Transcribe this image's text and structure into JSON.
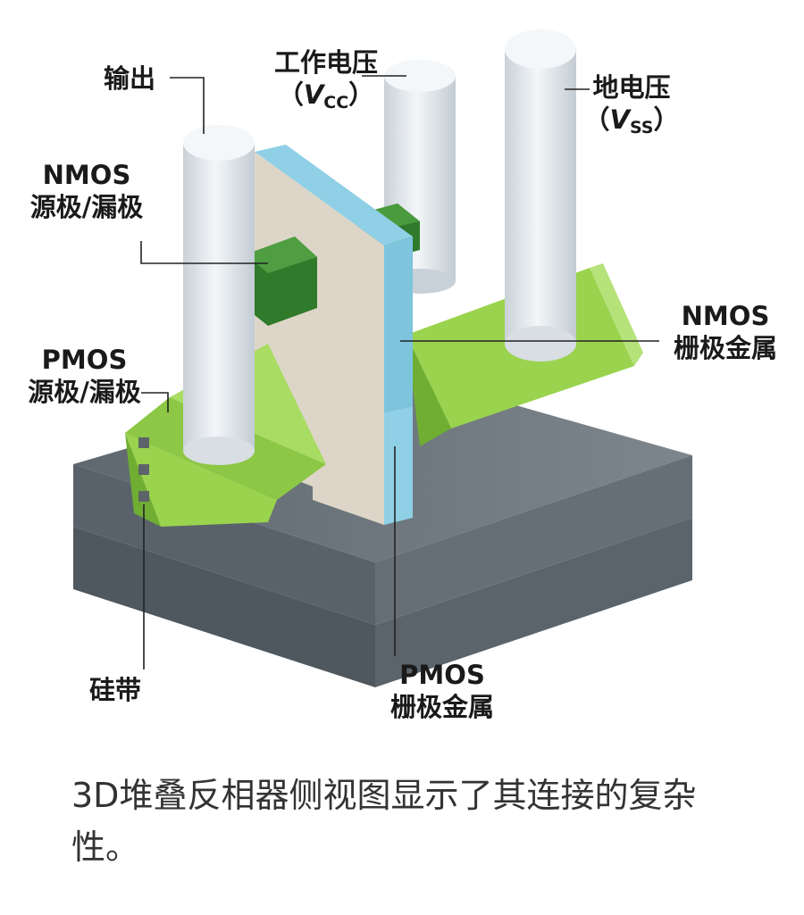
{
  "labels": {
    "output": "输出",
    "vcc": {
      "name": "工作电压",
      "open": "（",
      "symbol": "V",
      "subscript": "CC",
      "close": "）"
    },
    "vss": {
      "name": "地电压",
      "open": "（",
      "symbol": "V",
      "subscript": "SS",
      "close": "）"
    },
    "nmos_source_drain": {
      "line1": "NMOS",
      "line2": "源极/漏极"
    },
    "pmos_source_drain": {
      "line1": "PMOS",
      "line2": "源极/漏极"
    },
    "nmos_gate_metal": {
      "line1": "NMOS",
      "line2": "栅极金属"
    },
    "pmos_gate_metal": {
      "line1": "PMOS",
      "line2": "栅极金属"
    },
    "silicon_ribbon": "硅带"
  },
  "caption": "3D堆叠反相器侧视图显示了其连接的复杂性。",
  "colors": {
    "pillar": "#e8edf1",
    "pillar_shade": "#c9d1d8",
    "green_light": "#9ad34e",
    "green_mid": "#7fbf3a",
    "green_dark": "#2f7a2b",
    "gate_blue": "#8fd0e6",
    "gate_panel": "#ddd6c8",
    "substrate_top": "#6f787f",
    "substrate_side": "#4e575e",
    "leader_line": "#222222"
  }
}
